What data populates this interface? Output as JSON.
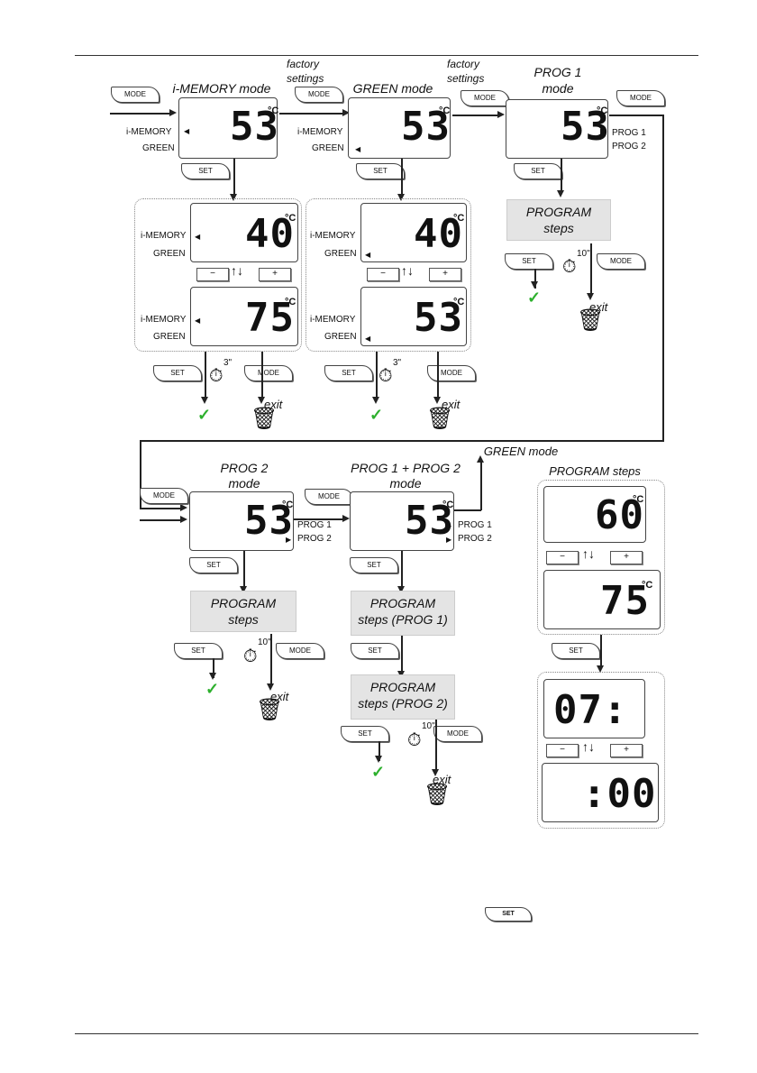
{
  "labels": {
    "mode": "MODE",
    "set": "SET",
    "minus": "−",
    "plus": "+",
    "imemory": "i-MEMORY",
    "green": "GREEN",
    "prog1": "PROG 1",
    "prog2": "PROG 2",
    "celsius": "°C",
    "exit": "exit",
    "factory": "factory",
    "settings": "settings",
    "t3": "3\"",
    "t10": "10\"",
    "check": "✓",
    "timer_glyph": "⏱",
    "basket_glyph": "🗑"
  },
  "titles": {
    "imemory_mode": "i-MEMORY mode",
    "green_mode": "GREEN mode",
    "prog1_mode_l1": "PROG 1",
    "prog1_mode_l2": "mode",
    "prog2_mode_l1": "PROG 2",
    "prog2_mode_l2": "mode",
    "prog12_mode_l1": "PROG 1 + PROG 2",
    "prog12_mode_l2": "mode",
    "green_mode_out": "GREEN mode",
    "program_steps_title": "PROGRAM steps"
  },
  "program_steps": {
    "l1": "PROGRAM",
    "l2": "steps",
    "l2_p1": "steps (PROG 1)",
    "l2_p2": "steps (PROG 2)"
  },
  "displays": {
    "imem_main": "53",
    "green_main": "53",
    "prog1_main": "53",
    "imem_low": "40",
    "imem_high": "75",
    "green_low": "40",
    "green_high": "53",
    "prog2_main": "53",
    "prog12_main": "53",
    "steps_temp1": "60",
    "steps_temp2": "75",
    "steps_hour": "07:",
    "steps_min": ":00"
  },
  "footer_button": "SET"
}
